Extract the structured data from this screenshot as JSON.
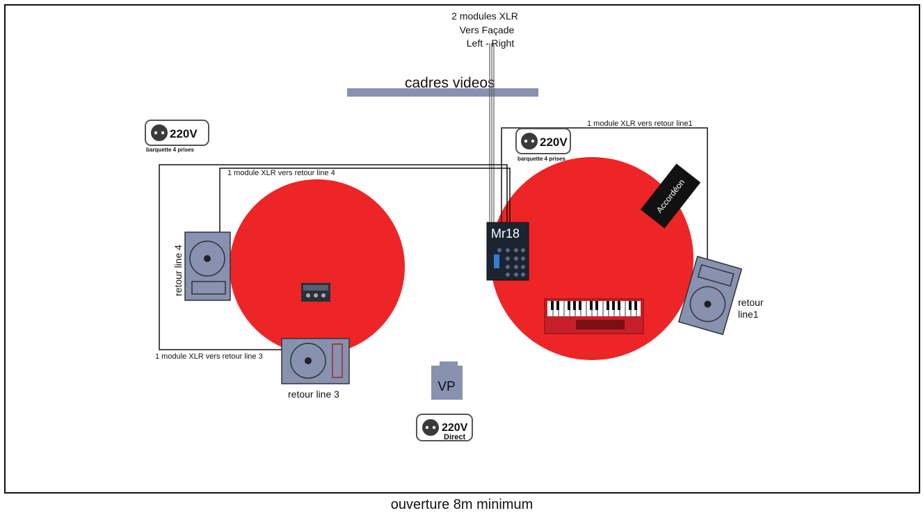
{
  "top_label": [
    "2 modules XLR",
    "Vers Façade",
    "Left - Right"
  ],
  "video_frame_label": "cadres videos",
  "power": {
    "left": {
      "voltage": "220V",
      "caption": "barquette 4 prises"
    },
    "right": {
      "voltage": "220V",
      "caption": "barquette 4 prises"
    },
    "bottom": {
      "voltage": "220V",
      "caption": "Direct"
    }
  },
  "cables": {
    "line1": "1 module XLR vers retour line1",
    "line4": "1 module XLR vers retour line 4",
    "line3": "1 module XLR vers retour line 3"
  },
  "mixer_label": "Mr18",
  "accordion_label": "Accordéon",
  "monitors": {
    "line4": "retour line 4",
    "line3": "retour line 3",
    "line1": [
      "retour",
      "line1"
    ]
  },
  "vp_label": "VP",
  "footer": "ouverture 8m minimum",
  "colors": {
    "stage_zone": "#ee2526",
    "monitor_fill": "#8791b0",
    "video_bar": "#8791b0",
    "outline": "#111111"
  }
}
